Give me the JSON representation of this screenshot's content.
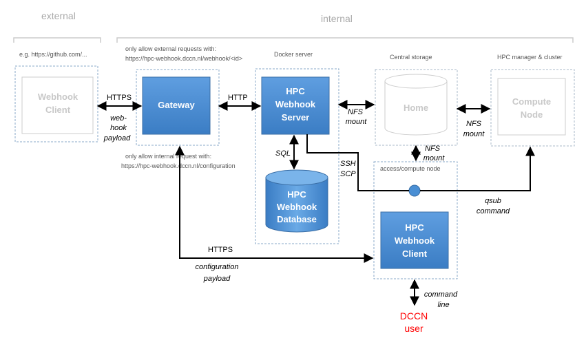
{
  "zones": {
    "external": "external",
    "internal": "internal"
  },
  "captions": {
    "external_example": "e.g. https://github.com/...",
    "gateway_allow_external_1": "only allow external requests with:",
    "gateway_allow_external_2": "https://hpc-webhook.dccn.nl/webhook/<id>",
    "gateway_allow_internal_1": "only allow internal request with:",
    "gateway_allow_internal_2": "https://hpc-webhook.dccn.nl/configuration",
    "docker_server": "Docker server",
    "central_storage": "Central storage",
    "hpc_manager": "HPC manager & cluster",
    "access_node": "access/compute node"
  },
  "nodes": {
    "webhook_client": [
      "Webhook",
      "Client"
    ],
    "gateway": [
      "Gateway"
    ],
    "hpc_webhook_server": [
      "HPC",
      "Webhook",
      "Server"
    ],
    "home": [
      "Home"
    ],
    "compute_node": [
      "Compute",
      "Node"
    ],
    "hpc_webhook_database": [
      "HPC",
      "Webhook",
      "Database"
    ],
    "hpc_webhook_client": [
      "HPC",
      "Webhook",
      "Client"
    ],
    "dccn_user": [
      "DCCN",
      "user"
    ]
  },
  "edge_labels": {
    "https_top": "HTTPS",
    "webhook_payload": [
      "web-",
      "hook",
      "payload"
    ],
    "http": "HTTP",
    "nfs_mount_home": [
      "NFS",
      "mount"
    ],
    "nfs_mount_compute": [
      "NFS",
      "mount"
    ],
    "nfs_mount_access": [
      "NFS",
      "mount"
    ],
    "sql": "SQL",
    "ssh_scp": [
      "SSH",
      "SCP"
    ],
    "qsub_command": [
      "qsub",
      "command"
    ],
    "https_bottom": "HTTPS",
    "configuration_payload": [
      "configuration",
      "payload"
    ],
    "command_line": [
      "command",
      "line"
    ]
  },
  "colors": {
    "blue_node": "#4a8fd4",
    "grey_node_text": "#c8c8c8",
    "dashed_border": "#8aa8c8",
    "user_text": "#ff0000"
  }
}
